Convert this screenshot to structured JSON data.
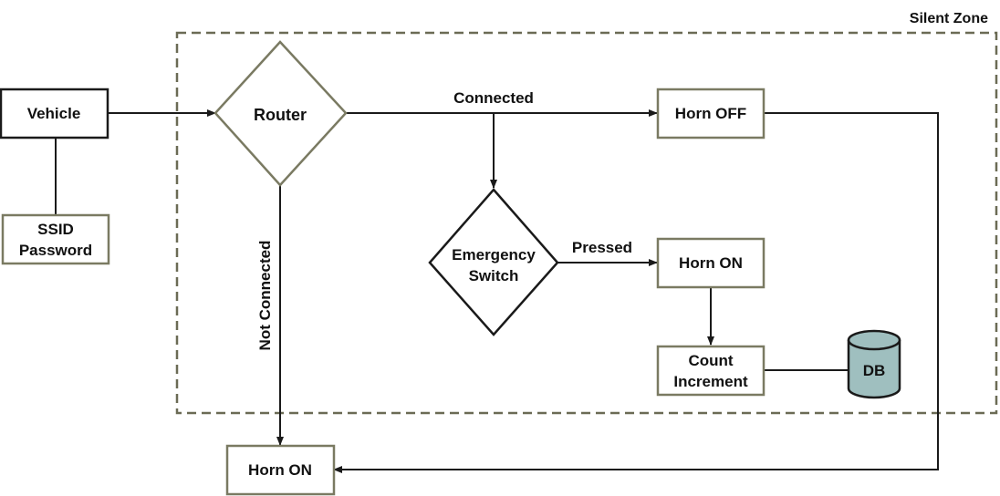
{
  "colors": {
    "zone_border": "#6b6b55",
    "box_border_dark": "#1a1a1a",
    "box_border_olive": "#7a7a62",
    "connector": "#1a1a1a",
    "db_fill": "#9fbfbf"
  },
  "zone": {
    "label": "Silent Zone"
  },
  "nodes": {
    "vehicle": "Vehicle",
    "ssid_line1": "SSID",
    "ssid_line2": "Password",
    "router": "Router",
    "emergency_line1": "Emergency",
    "emergency_line2": "Switch",
    "horn_off": "Horn OFF",
    "horn_on_mid": "Horn ON",
    "count_line1": "Count",
    "count_line2": "Increment",
    "db": "DB",
    "horn_on_bottom": "Horn ON"
  },
  "edges": {
    "connected": "Connected",
    "pressed": "Pressed",
    "not_connected": "Not Connected"
  }
}
